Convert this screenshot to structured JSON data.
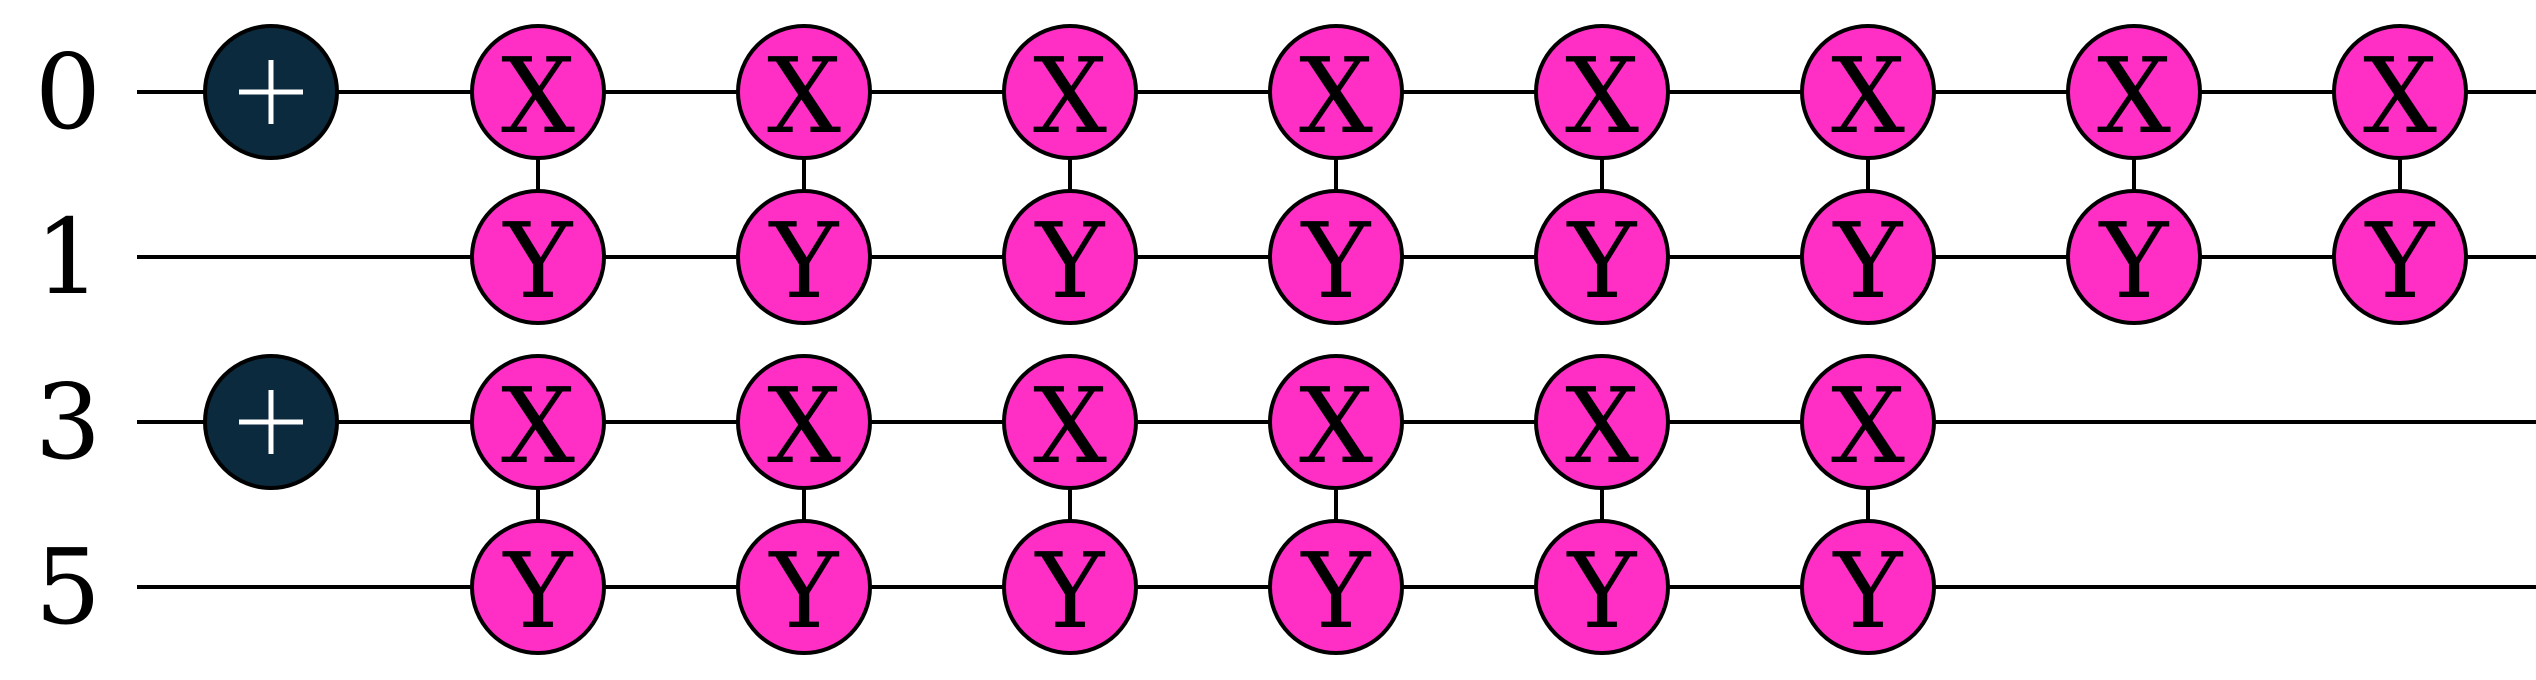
{
  "qubits": [
    "0",
    "1",
    "3",
    "5"
  ],
  "colors": {
    "gate_fill": "#ff2ec4",
    "plus_fill": "#0b2a3d",
    "wire": "#000000"
  },
  "columns": [
    {
      "type": "plus",
      "targets": [
        "0",
        "3"
      ]
    },
    {
      "type": "xy_pairs",
      "pairs": [
        [
          "0",
          "1"
        ],
        [
          "3",
          "5"
        ]
      ]
    },
    {
      "type": "xy_pairs",
      "pairs": [
        [
          "0",
          "1"
        ],
        [
          "3",
          "5"
        ]
      ]
    },
    {
      "type": "xy_pairs",
      "pairs": [
        [
          "0",
          "1"
        ],
        [
          "3",
          "5"
        ]
      ]
    },
    {
      "type": "xy_pairs",
      "pairs": [
        [
          "0",
          "1"
        ],
        [
          "3",
          "5"
        ]
      ]
    },
    {
      "type": "xy_pairs",
      "pairs": [
        [
          "0",
          "1"
        ],
        [
          "3",
          "5"
        ]
      ]
    },
    {
      "type": "xy_pairs",
      "pairs": [
        [
          "0",
          "1"
        ],
        [
          "3",
          "5"
        ]
      ]
    },
    {
      "type": "xy_pairs",
      "pairs": [
        [
          "0",
          "1"
        ]
      ]
    },
    {
      "type": "xy_pairs",
      "pairs": [
        [
          "0",
          "1"
        ]
      ]
    }
  ],
  "gate_labels": {
    "top": "X",
    "bottom": "Y"
  },
  "plus_symbol": "plus-icon"
}
